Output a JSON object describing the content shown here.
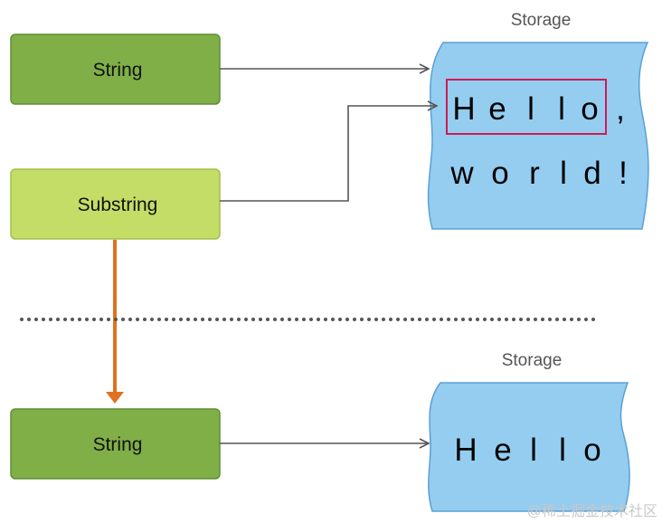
{
  "top": {
    "storage_label": "Storage",
    "string_box_label": "String",
    "substring_box_label": "Substring",
    "storage_line1": [
      "H",
      "e",
      "l",
      "l",
      "o",
      ","
    ],
    "storage_line2": [
      "w",
      "o",
      "r",
      "l",
      "d",
      "!"
    ]
  },
  "bottom": {
    "storage_label": "Storage",
    "string_box_label": "String",
    "storage_line1": [
      "H",
      "e",
      "l",
      "l",
      "o"
    ]
  },
  "watermark": "@稀土掘金技术社区",
  "colors": {
    "string_fill": "#80af48",
    "substring_fill": "#c3dd66",
    "storage_fill": "#94cdf0",
    "highlight_border": "#d11a52",
    "orange_arrow": "#e0711f",
    "connector": "#555555"
  }
}
